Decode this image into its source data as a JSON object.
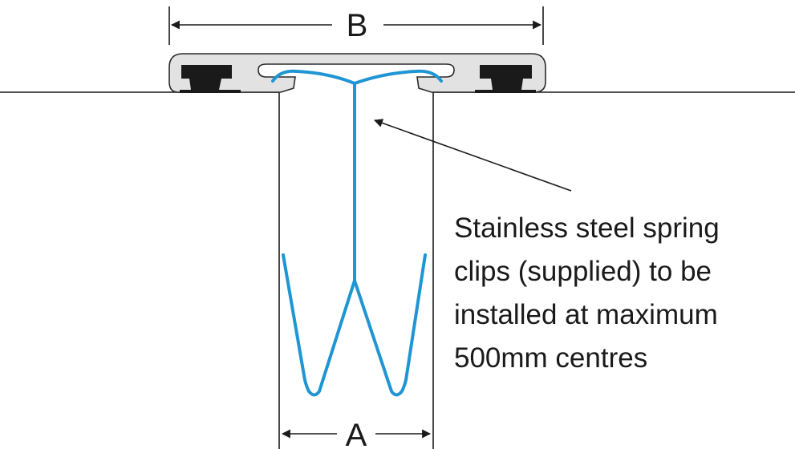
{
  "dimension_b": {
    "label": "B"
  },
  "dimension_a": {
    "label": "A"
  },
  "callout": {
    "lines": [
      "Stainless steel spring",
      "clips (supplied) to be",
      "installed at maximum",
      "500mm centres"
    ]
  },
  "colors": {
    "clip": "#1f96d3",
    "line": "#1a1a1a",
    "profile_fill": "#e2e2e2",
    "profile_stroke": "#2a2a2a",
    "insert": "#1a1a1a"
  }
}
